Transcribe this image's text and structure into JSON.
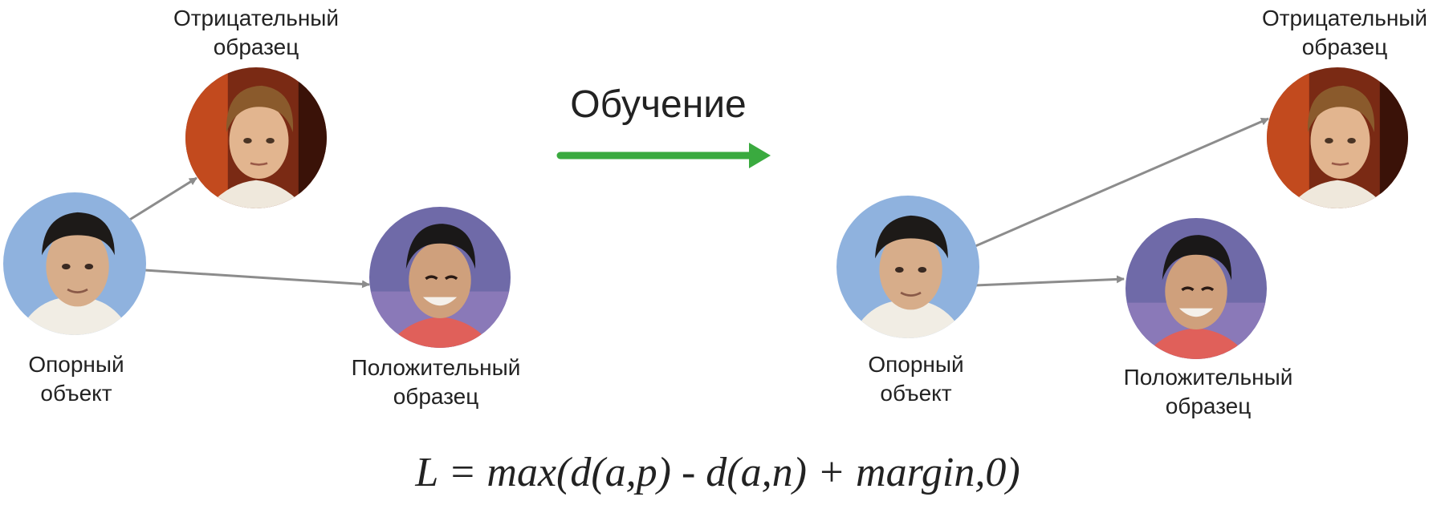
{
  "training_label": "Обучение",
  "formula": "L = max(d(a,p) - d(a,n) + margin,0)",
  "before": {
    "anchor": {
      "line1": "Опорный",
      "line2": "объект"
    },
    "negative": {
      "line1": "Отрицательный",
      "line2": "образец"
    },
    "positive": {
      "line1": "Положительный",
      "line2": "образец"
    }
  },
  "after": {
    "anchor": {
      "line1": "Опорный",
      "line2": "объект"
    },
    "negative": {
      "line1": "Отрицательный",
      "line2": "образец"
    },
    "positive": {
      "line1": "Положительный",
      "line2": "образец"
    }
  },
  "colors": {
    "training_arrow": "#3aaa3f",
    "distance_arrow": "#8c8c8c",
    "text": "#222222"
  }
}
